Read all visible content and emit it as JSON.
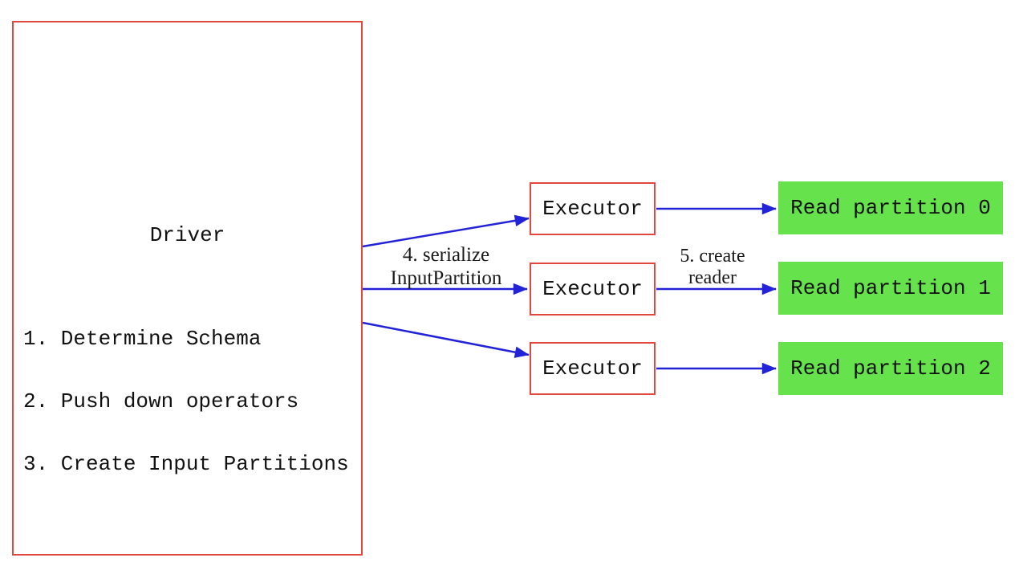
{
  "driver": {
    "title": "Driver",
    "steps": [
      "1. Determine Schema",
      "2. Push down operators",
      "3. Create Input Partitions"
    ]
  },
  "executors": [
    {
      "label": "Executor"
    },
    {
      "label": "Executor"
    },
    {
      "label": "Executor"
    }
  ],
  "partitions": [
    {
      "label": "Read partition 0"
    },
    {
      "label": "Read partition 1"
    },
    {
      "label": "Read partition 2"
    }
  ],
  "edge_labels": {
    "serialize_line1": "4. serialize",
    "serialize_line2": "InputPartition",
    "create_reader_line1": "5. create",
    "create_reader_line2": "reader"
  },
  "colors": {
    "box_border": "#e2463c",
    "arrow": "#2222d6",
    "partition_fill": "#66e24c",
    "text": "#111111",
    "background": "#ffffff"
  }
}
